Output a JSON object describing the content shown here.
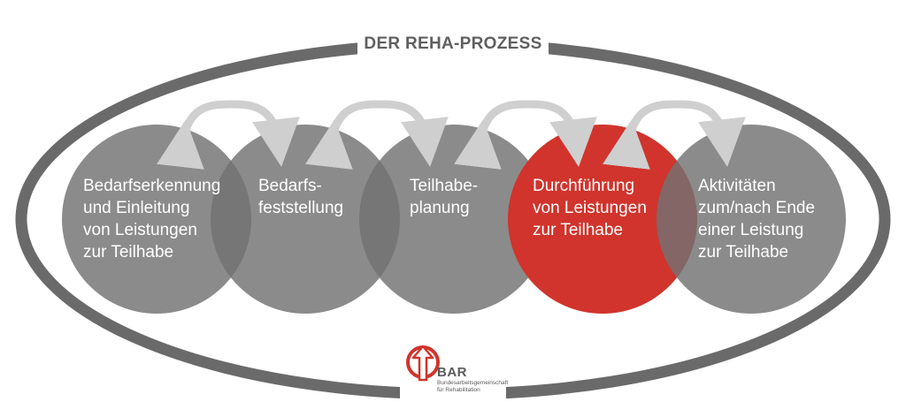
{
  "title": "DER REHA-PROZESS",
  "colors": {
    "gray": "#717171",
    "ring": "#6a6a6a",
    "highlight": "#d0342c",
    "arrow": "#cfcfcf"
  },
  "steps": [
    {
      "lines": [
        "Bedarfserkennung",
        "und Einleitung",
        "von Leistungen",
        "zur Teilhabe"
      ],
      "highlighted": false
    },
    {
      "lines": [
        "Bedarfs-",
        "feststellung"
      ],
      "highlighted": false
    },
    {
      "lines": [
        "Teilhabe-",
        "planung"
      ],
      "highlighted": false
    },
    {
      "lines": [
        "Durchführung",
        "von Leistungen",
        "zur Teilhabe"
      ],
      "highlighted": true
    },
    {
      "lines": [
        "Aktivitäten",
        "zum/nach Ende",
        "einer Leistung",
        "zur Teilhabe"
      ],
      "highlighted": false
    }
  ],
  "logo": {
    "icon": "bar-arrow-logo-icon",
    "word": "BAR",
    "subtitle_lines": [
      "Bundesarbeitsgemeinschaft",
      "für Rehabilitation"
    ]
  }
}
